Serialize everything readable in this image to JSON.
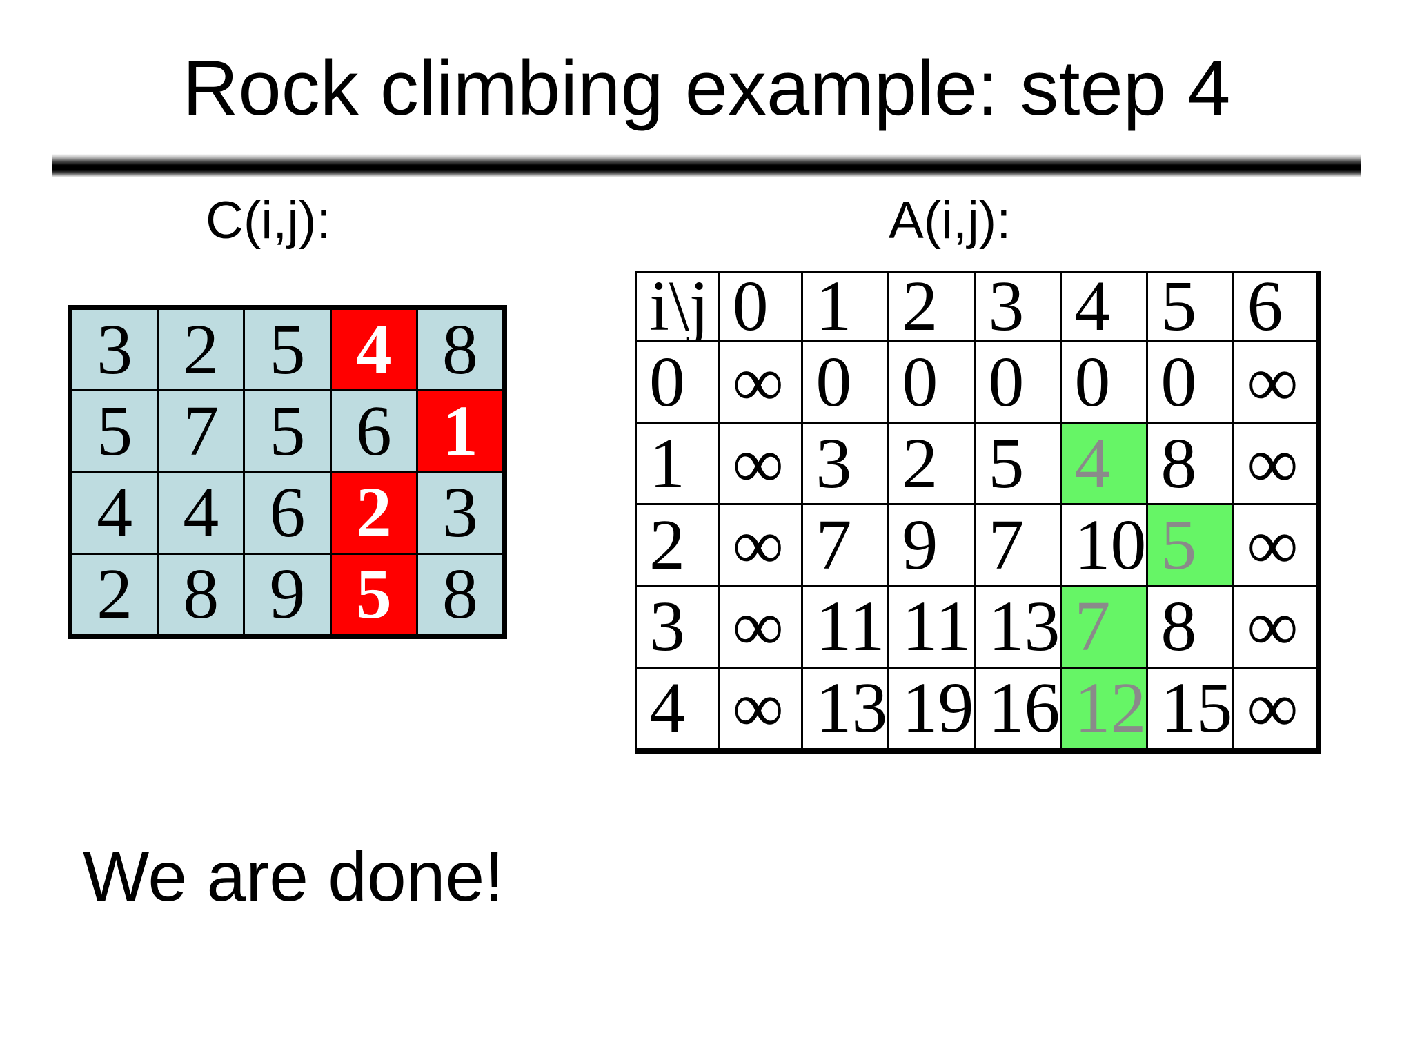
{
  "title": "Rock climbing example: step 4",
  "labels": {
    "c": "C(i,j):",
    "a": "A(i,j):"
  },
  "footer": "We are done!",
  "colors": {
    "cell_blue": "#bedce0",
    "highlight_red": "#ff0000",
    "highlight_green": "#66f566",
    "gray_text": "#8a8a8a"
  },
  "c_grid": {
    "rows": [
      [
        "3",
        "2",
        "5",
        "4",
        "8"
      ],
      [
        "5",
        "7",
        "5",
        "6",
        "1"
      ],
      [
        "4",
        "4",
        "6",
        "2",
        "3"
      ],
      [
        "2",
        "8",
        "9",
        "5",
        "8"
      ]
    ],
    "red_cells": [
      [
        0,
        3
      ],
      [
        1,
        4
      ],
      [
        2,
        3
      ],
      [
        3,
        3
      ]
    ]
  },
  "a_table": {
    "header": [
      "i\\j",
      "0",
      "1",
      "2",
      "3",
      "4",
      "5",
      "6"
    ],
    "rows": [
      [
        "0",
        "∞",
        "0",
        "0",
        "0",
        "0",
        "0",
        "∞"
      ],
      [
        "1",
        "∞",
        "3",
        "2",
        "5",
        "4",
        "8",
        "∞"
      ],
      [
        "2",
        "∞",
        "7",
        "9",
        "7",
        "10",
        "5",
        "∞"
      ],
      [
        "3",
        "∞",
        "11",
        "11",
        "13",
        "7",
        "8",
        "∞"
      ],
      [
        "4",
        "∞",
        "13",
        "19",
        "16",
        "12",
        "15",
        "∞"
      ]
    ],
    "green_cells": [
      [
        1,
        5
      ],
      [
        2,
        6
      ],
      [
        3,
        5
      ],
      [
        4,
        5
      ]
    ]
  }
}
